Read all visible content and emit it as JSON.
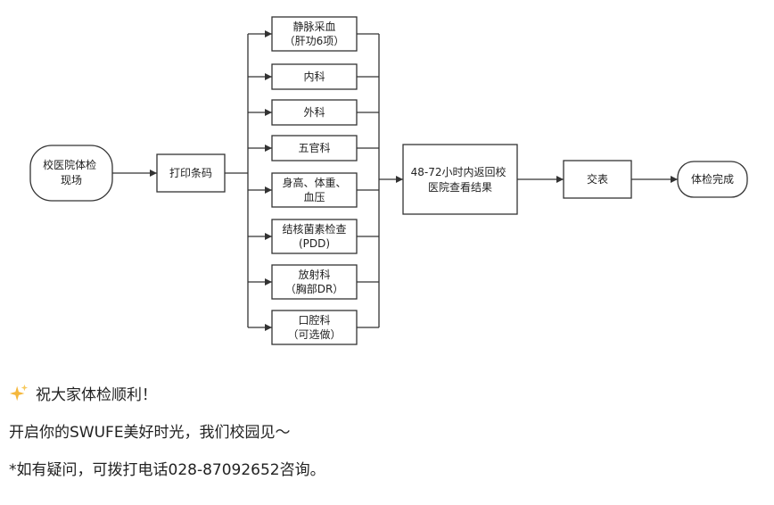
{
  "diagram": {
    "start": [
      "校医院体检",
      "现场"
    ],
    "print": [
      "打印条码"
    ],
    "departments": [
      [
        "静脉采血",
        "（肝功6项）"
      ],
      [
        "内科"
      ],
      [
        "外科"
      ],
      [
        "五官科"
      ],
      [
        "身高、体重、",
        "血压"
      ],
      [
        "结核菌素检查",
        "(PDD)"
      ],
      [
        "放射科",
        "（胸部DR）"
      ],
      [
        "口腔科",
        "（可选做）"
      ]
    ],
    "results": [
      "48-72小时内返回校",
      "医院查看结果"
    ],
    "submit": [
      "交表"
    ],
    "end": [
      "体检完成"
    ]
  },
  "notes": {
    "icon": "sparkles-icon",
    "line1": "祝大家体检顺利！",
    "line2": "开启你的SWUFE美好时光，我们校园见～",
    "line3": "*如有疑问，可拨打电话028-87092652咨询。"
  },
  "colors": {
    "stroke": "#333333",
    "text": "#222222",
    "sparkle_gold": "#f5b83d"
  }
}
